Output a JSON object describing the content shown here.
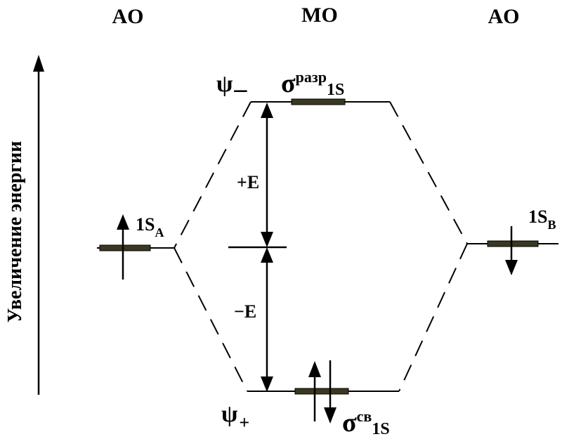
{
  "headers": {
    "left": "AO",
    "center": "MO",
    "right": "AO"
  },
  "axis_label": "Увеличение энергии",
  "orbitals": {
    "left_ao": {
      "base": "1S",
      "sub": "A"
    },
    "right_ao": {
      "base": "1S",
      "sub": "B"
    },
    "antibonding": {
      "psi": "ψ",
      "sign": "–",
      "sigma": "σ",
      "sup": "разр",
      "sub": "1S"
    },
    "bonding": {
      "psi": "ψ",
      "sign": "+",
      "sigma": "σ",
      "sup": "св",
      "sub": "1S"
    }
  },
  "energy": {
    "plus": "+E",
    "minus": "−E"
  },
  "colors": {
    "line": "#000000",
    "level_fill": "#3a3820"
  }
}
